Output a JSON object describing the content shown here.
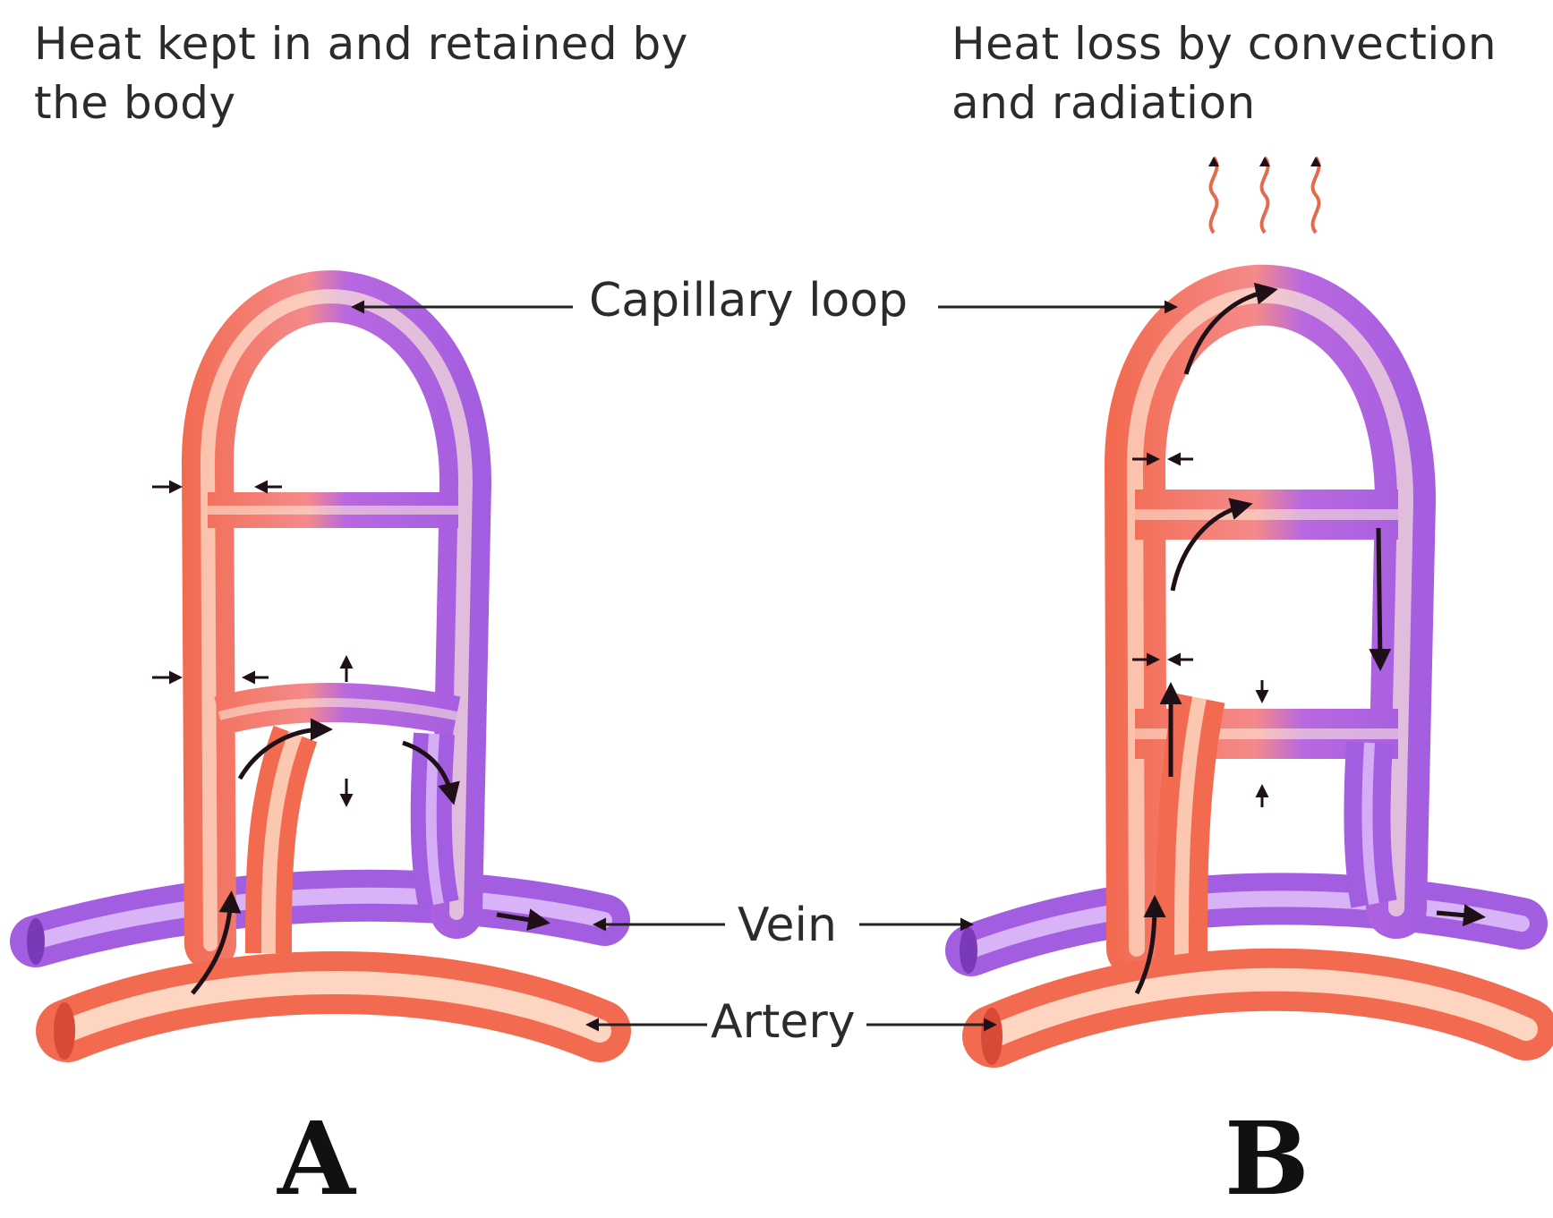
{
  "captions": {
    "left": "Heat kept in and retained by the body",
    "right": "Heat loss by convection and radiation"
  },
  "labels": {
    "capillary_loop": "Capillary loop",
    "vein": "Vein",
    "artery": "Artery"
  },
  "panels": {
    "a": "A",
    "b": "B"
  },
  "colors": {
    "artery": "#f26a4f",
    "artery_highlight": "#fff0dc",
    "vein": "#a35de0",
    "vein_highlight": "#ead0ff",
    "arrow": "#1e1016",
    "leader_line": "#222222"
  }
}
